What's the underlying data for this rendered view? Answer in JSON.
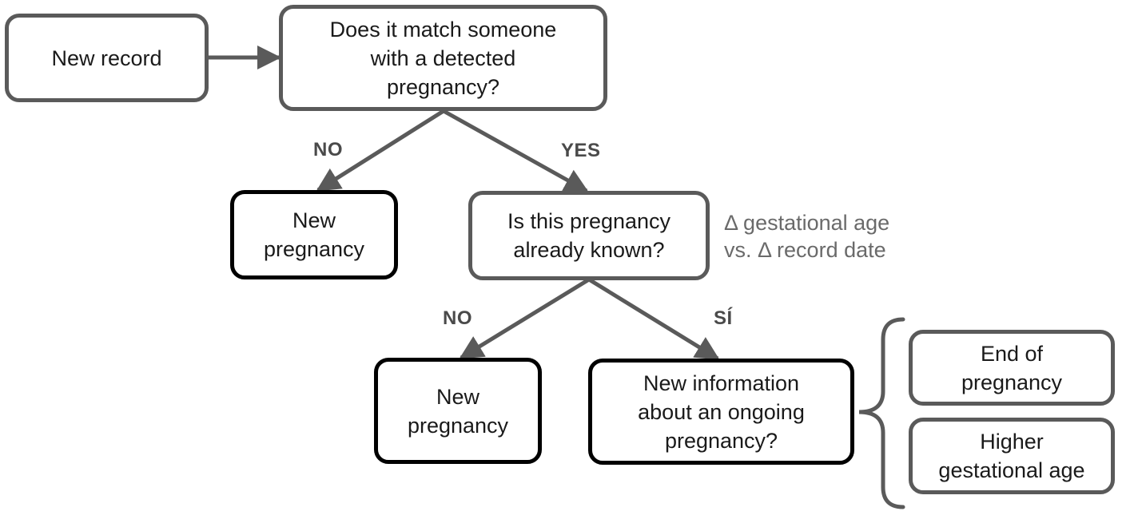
{
  "nodes": {
    "new_record": {
      "lines": [
        "New record"
      ]
    },
    "match_question": {
      "lines": [
        "Does it match someone",
        "with a detected",
        "pregnancy?"
      ]
    },
    "new_pregnancy_1": {
      "lines": [
        "New",
        "pregnancy"
      ]
    },
    "known_question": {
      "lines": [
        "Is this pregnancy",
        "already known?"
      ]
    },
    "new_pregnancy_2": {
      "lines": [
        "New",
        "pregnancy"
      ]
    },
    "new_info_question": {
      "lines": [
        "New information",
        "about an ongoing",
        "pregnancy?"
      ]
    },
    "end_of_pregnancy": {
      "lines": [
        "End of",
        "pregnancy"
      ]
    },
    "higher_gestational_age": {
      "lines": [
        "Higher",
        "gestational age"
      ]
    }
  },
  "edge_labels": {
    "no_1": "NO",
    "yes_1": "YES",
    "no_2": "NO",
    "si_2": "SÍ"
  },
  "annotation": {
    "lines": [
      "Δ gestational age",
      "vs. Δ record date"
    ]
  },
  "colors": {
    "grey_border": "#5a5a5a",
    "black_border": "#000000",
    "arrow": "#5a5a5a",
    "label": "#4a4a4a",
    "note": "#6a6a6a"
  }
}
